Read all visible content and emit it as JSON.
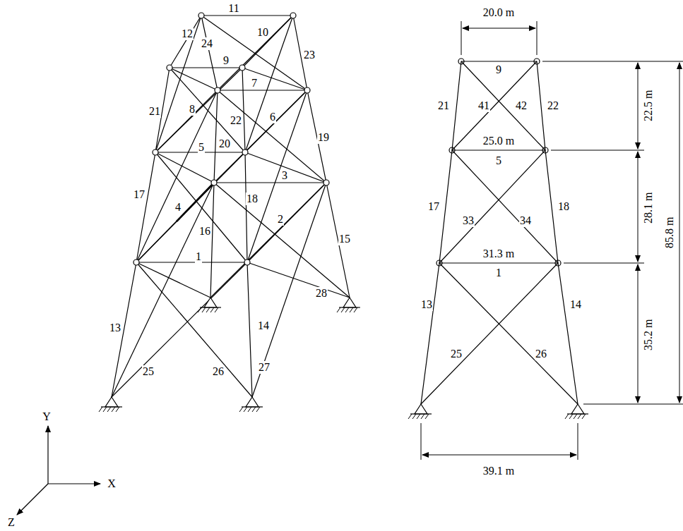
{
  "diagram": {
    "labels": [
      "11",
      "12",
      "24",
      "10",
      "9",
      "23",
      "21",
      "8",
      "7",
      "22",
      "6",
      "19",
      "5",
      "20",
      "3",
      "17",
      "4",
      "18",
      "2",
      "16",
      "15",
      "1",
      "28",
      "13",
      "14",
      "27",
      "25",
      "26",
      "20.0 m",
      "9",
      "21",
      "41",
      "42",
      "22",
      "22.5 m",
      "25.0 m",
      "5",
      "17",
      "33",
      "34",
      "18",
      "28.1 m",
      "85.8 m",
      "31.3 m",
      "1",
      "13",
      "25",
      "26",
      "14",
      "35.2 m",
      "39.1 m",
      "Y",
      "X",
      "Z"
    ]
  }
}
